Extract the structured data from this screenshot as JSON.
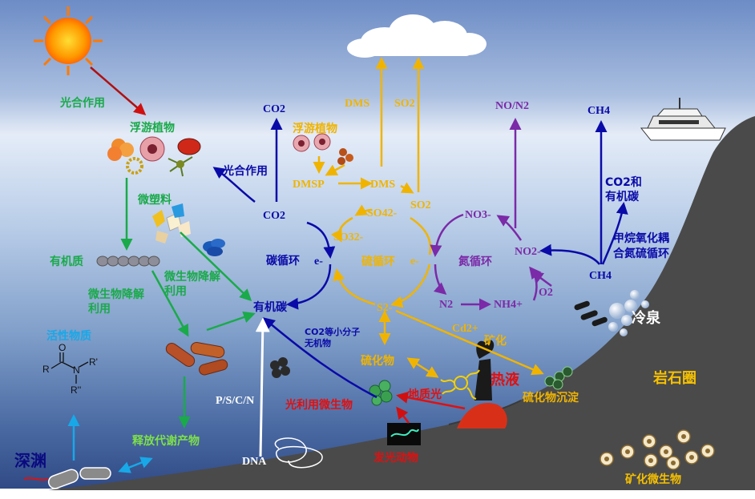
{
  "colors": {
    "green": "#1aaa4a",
    "blue": "#0a0aa8",
    "orange": "#f0b400",
    "purple": "#7b2aa8",
    "red": "#e01010",
    "darkred": "#b01010",
    "cyan": "#18a8e8",
    "white": "#ffffff",
    "gold": "#f5c000"
  },
  "labels": {
    "photosynthesis_top": "光合作用",
    "phytoplankton_left": "浮游植物",
    "microplastics": "微塑料",
    "organic_matter": "有机质",
    "microbial_degradation_left": "微生物降解利用",
    "active_substances": "活性物质",
    "abyss": "深渊",
    "metabolites_release": "释放代谢产物",
    "co2_top": "CO2",
    "photosynthesis_mid": "光合作用",
    "co2_mid": "CO2",
    "carbon_cycle": "碳循环",
    "electron_carbon": "e-",
    "microbial_degradation_mid": "微生物降解利用",
    "organic_carbon": "有机碳",
    "psc_n": "P/S/C/N",
    "dna": "DNA",
    "co2_small_molecules": "CO2等小分子无机物",
    "light_microbes": "光利用微生物",
    "bioluminescent_animals": "发光动物",
    "geo_light": "地质光",
    "hydrothermal": "热液",
    "dms_top": "DMS",
    "so2_top": "SO2",
    "phytoplankton_mid": "浮游植物",
    "dmsp": "DMSP",
    "dms_mid": "DMS",
    "so4": "SO42-",
    "so2_mid": "SO2",
    "so3": "SO32-",
    "sulfur_cycle": "硫循环",
    "electron_sulfur": "e-",
    "s2": "S2-",
    "sulfides": "硫化物",
    "cd2": "Cd2+",
    "mineralization": "矿化",
    "sulfide_deposits": "硫化物沉淀",
    "no_n2": "NO/N2",
    "no3": "NO3-",
    "nitrogen_cycle": "氮循环",
    "no2": "NO2-",
    "n2": "N2",
    "nh4": "NH4+",
    "o2": "O2",
    "ch4_top": "CH4",
    "co2_organic": "CO2和有机碳",
    "methane_oxidation": "甲烷氧化耦合氮硫循环",
    "ch4_mid": "CH4",
    "cold_seep": "冷泉",
    "lithosphere": "岩石圈",
    "mineralizing_microbes": "矿化微生物",
    "amide_r": "R",
    "amide_o": "O",
    "amide_n": "N",
    "amide_r1": "R'",
    "amide_r2": "R''"
  }
}
